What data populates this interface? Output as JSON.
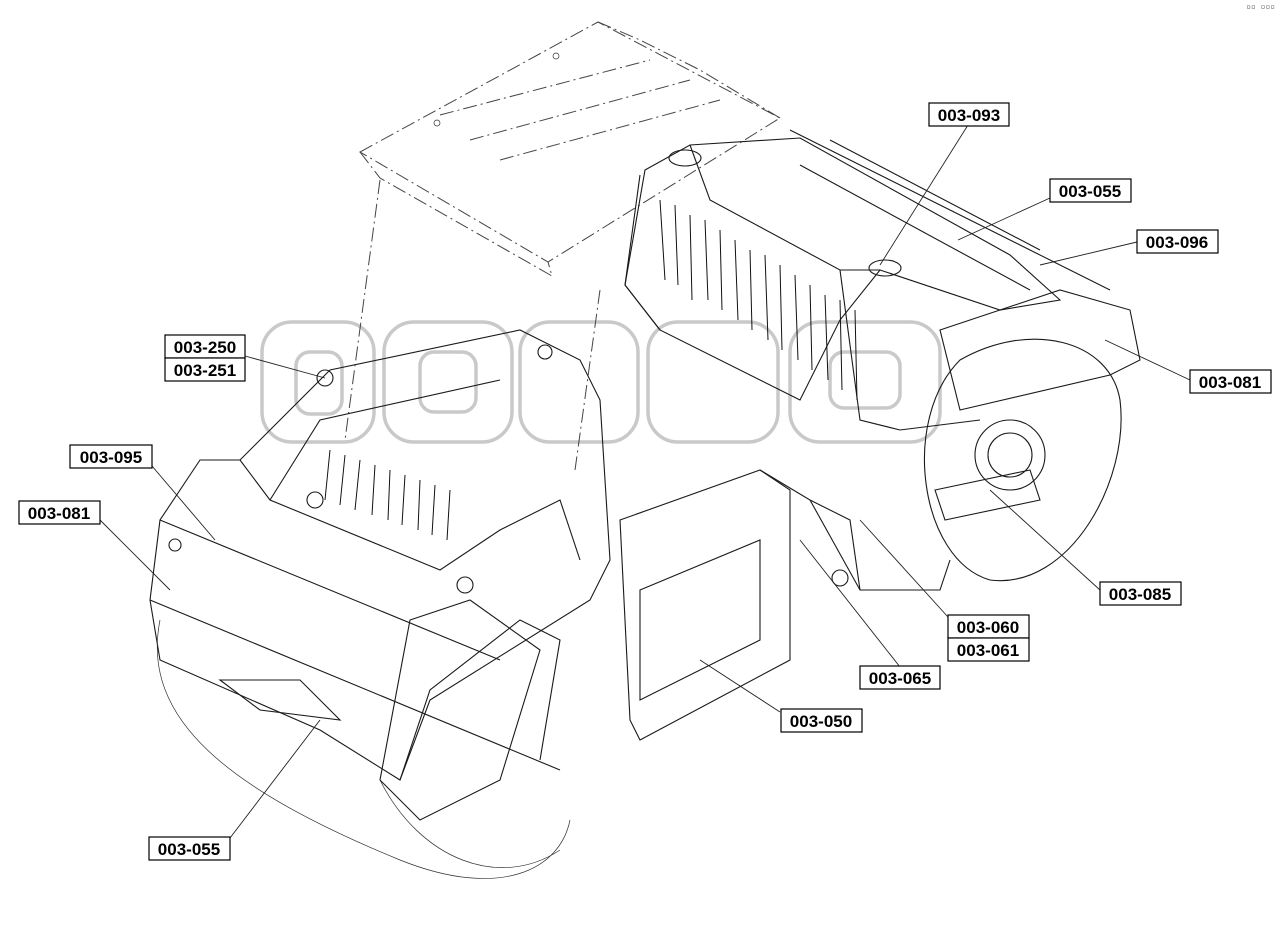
{
  "diagram": {
    "corner_mark": "▫▫ ▫▫▫",
    "callouts": [
      {
        "id": "c-093",
        "text": "003-093"
      },
      {
        "id": "c-055-top",
        "text": "003-055"
      },
      {
        "id": "c-096",
        "text": "003-096"
      },
      {
        "id": "c-081-right",
        "text": "003-081"
      },
      {
        "id": "c-250",
        "text": "003-250"
      },
      {
        "id": "c-251",
        "text": "003-251"
      },
      {
        "id": "c-095",
        "text": "003-095"
      },
      {
        "id": "c-081-left",
        "text": "003-081"
      },
      {
        "id": "c-085",
        "text": "003-085"
      },
      {
        "id": "c-060",
        "text": "003-060"
      },
      {
        "id": "c-061",
        "text": "003-061"
      },
      {
        "id": "c-065",
        "text": "003-065"
      },
      {
        "id": "c-050",
        "text": "003-050"
      },
      {
        "id": "c-055-bottom",
        "text": "003-055"
      }
    ]
  }
}
